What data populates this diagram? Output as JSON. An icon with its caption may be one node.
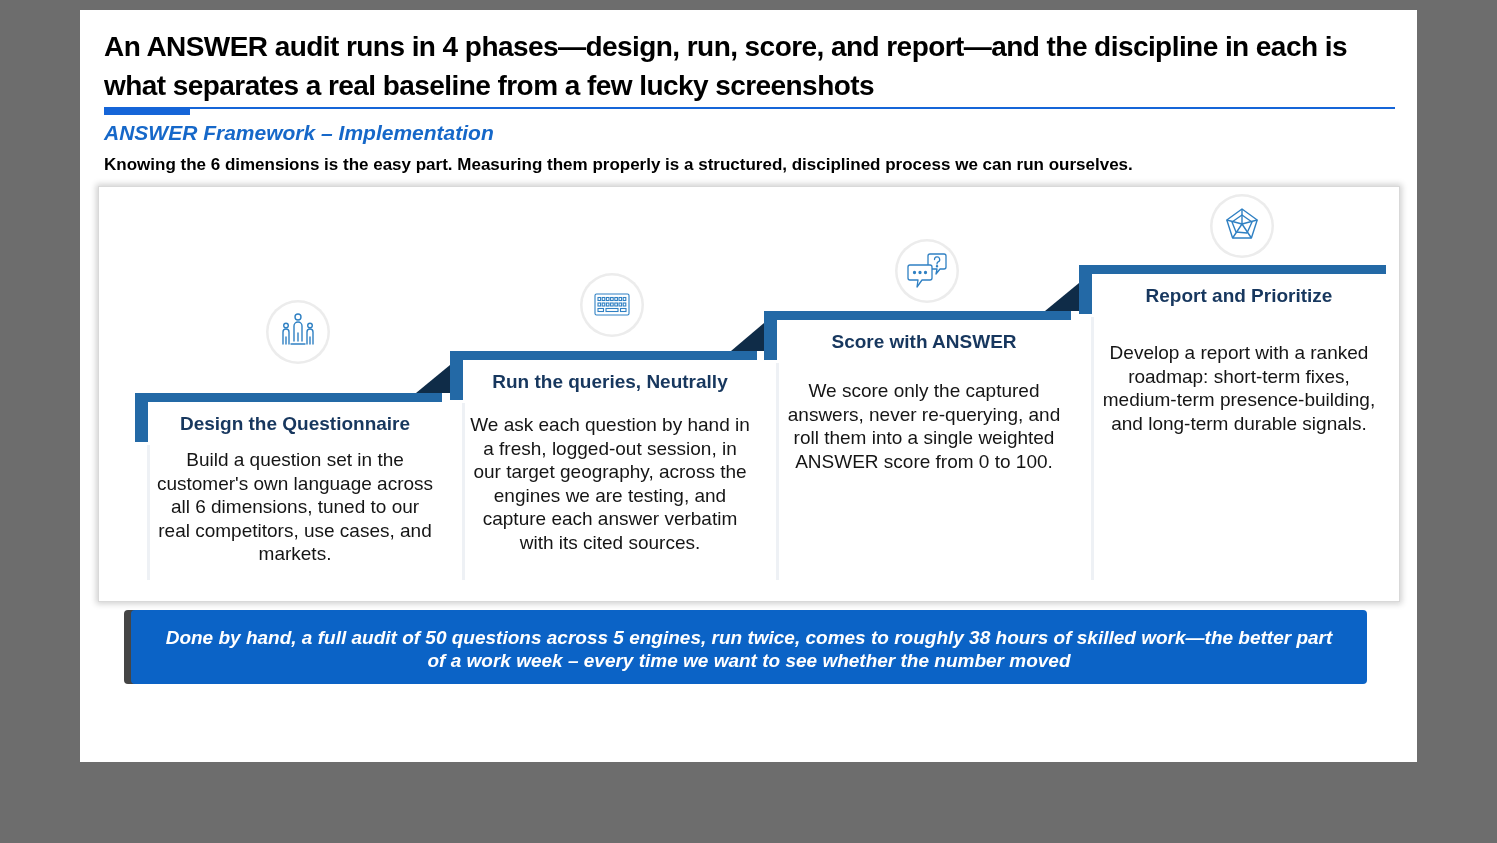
{
  "diagram": {
    "title": "An ANSWER audit runs in 4 phases—design, run, score, and report—and the discipline in each is what separates a real baseline from a few lucky screenshots",
    "nodes": [
      {
        "text": [],
        "shape": "box"
      },
      {
        "text": [
          "Design the Questionnaire",
          "Build a question set in the customer's own language across all 6 dimensions, tuned to our real competitors, use cases, and markets."
        ],
        "in": 0
      },
      {
        "text": [
          "Run the queries, Neutrally",
          "We ask each question by hand in a fresh, logged-out session, in our target geography, across the engines we are testing, and capture each answer verbatim with its cited sources."
        ],
        "in": 0
      },
      {
        "text": [
          "Score with ANSWER",
          "We score only the captured answers, never re-querying, and roll them into a single weighted ANSWER score from 0 to 100."
        ],
        "in": 0
      },
      {
        "text": [
          "Report and Prioritize",
          "Develop a report with a ranked roadmap: short-term fixes, medium-term presence-building, and long-term durable signals."
        ],
        "in": 0
      },
      {
        "text": [
          "Done by hand, a full audit of 50 questions across 5 engines, run twice, comes to roughly 38 hours of skilled work—the better part of a work week – every time we want to see whether the number moved"
        ]
      }
    ],
    "edges": [
      {
        "from": 2,
        "to": 1,
        "arrow": "to"
      },
      {
        "from": 3,
        "to": 2,
        "arrow": "to"
      },
      {
        "from": 4,
        "to": 3,
        "arrow": "to"
      }
    ],
    "labels": [
      "ANSWER Framework – Implementation",
      "Knowing the 6 dimensions is the easy part. Measuring them properly is a structured, disciplined process we can run ourselves."
    ]
  }
}
